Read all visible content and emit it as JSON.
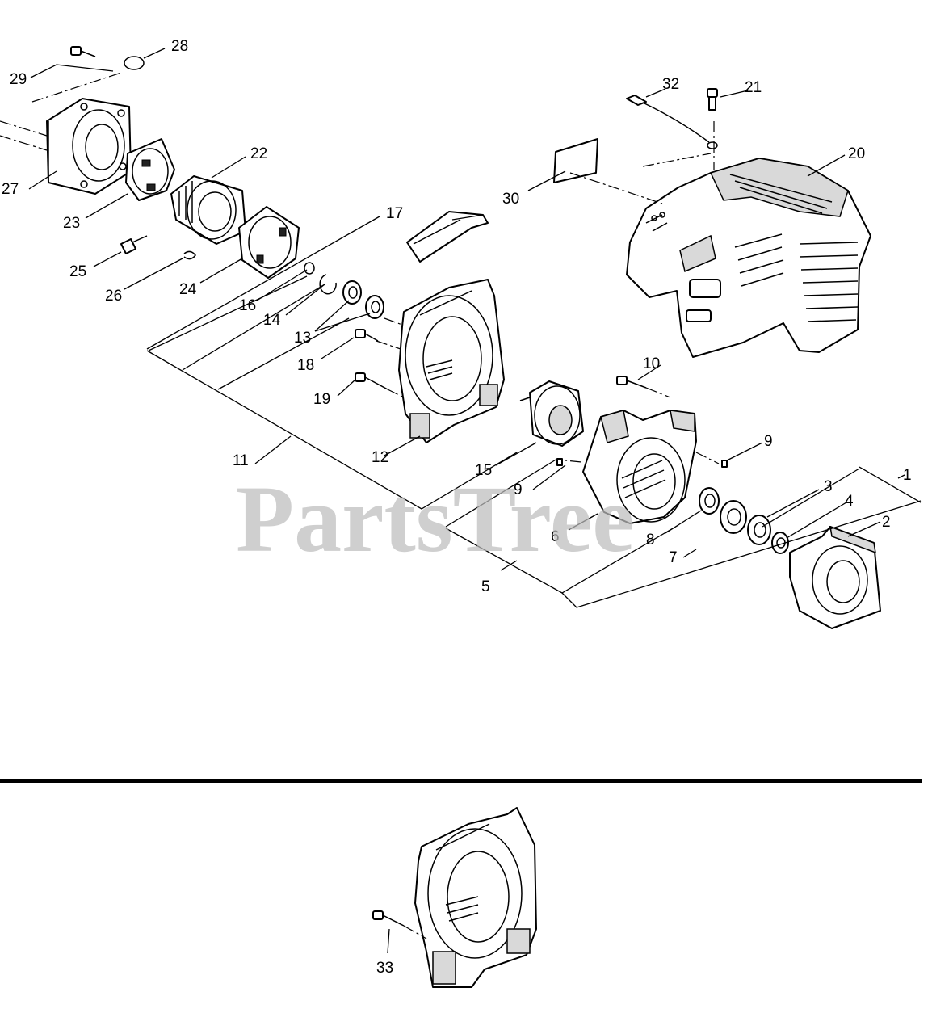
{
  "watermark": "PartsTree",
  "callouts": {
    "c1": "1",
    "c2": "2",
    "c3": "3",
    "c4": "4",
    "c5": "5",
    "c6": "6",
    "c7": "7",
    "c8": "8",
    "c9a": "9",
    "c9b": "9",
    "c10": "10",
    "c11": "11",
    "c12": "12",
    "c13": "13",
    "c14": "14",
    "c15": "15",
    "c16": "16",
    "c17": "17",
    "c18": "18",
    "c19": "19",
    "c20": "20",
    "c21": "21",
    "c22": "22",
    "c23": "23",
    "c24": "24",
    "c25": "25",
    "c26": "26",
    "c27": "27",
    "c28": "28",
    "c29": "29",
    "c30": "30",
    "c32": "32",
    "c33": "33"
  }
}
